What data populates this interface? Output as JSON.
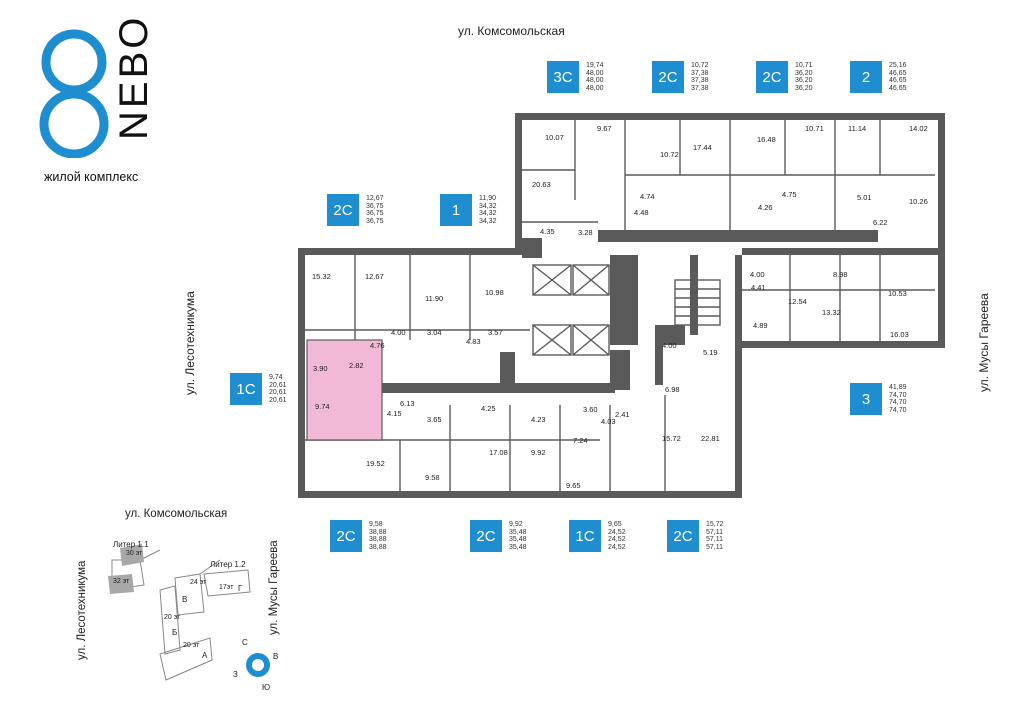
{
  "logo": {
    "numeral": "8",
    "word": "NEBO",
    "subtitle": "жилой комплекс"
  },
  "colors": {
    "accent": "#1e8ed0",
    "highlight": "#f2b9d6",
    "wall": "#555555"
  },
  "streets": {
    "top": "ул. Комсомольская",
    "left": "ул. Лесотехникума",
    "right": "ул. Мусы Гареева"
  },
  "apartments": [
    {
      "type": "3С",
      "areas": [
        "19,74",
        "48,00",
        "48,00",
        "48,00"
      ]
    },
    {
      "type": "2С",
      "areas": [
        "10,72",
        "37,38",
        "37,38",
        "37,38"
      ]
    },
    {
      "type": "2С",
      "areas": [
        "10,71",
        "36,20",
        "36,20",
        "36,20"
      ]
    },
    {
      "type": "2",
      "areas": [
        "25,16",
        "46,65",
        "46,65",
        "46,65"
      ]
    },
    {
      "type": "2С",
      "areas": [
        "12,67",
        "36,75",
        "36,75",
        "36,75"
      ]
    },
    {
      "type": "1",
      "areas": [
        "11,90",
        "34,32",
        "34,32",
        "34,32"
      ]
    },
    {
      "type": "1С",
      "areas": [
        "9,74",
        "20,61",
        "20,61",
        "20,61"
      ]
    },
    {
      "type": "3",
      "areas": [
        "41,89",
        "74,70",
        "74,70",
        "74,70"
      ]
    },
    {
      "type": "2С",
      "areas": [
        "9,58",
        "38,88",
        "38,88",
        "38,88"
      ]
    },
    {
      "type": "2С",
      "areas": [
        "9,92",
        "35,48",
        "35,48",
        "35,48"
      ]
    },
    {
      "type": "1С",
      "areas": [
        "9,65",
        "24,52",
        "24,52",
        "24,52"
      ]
    },
    {
      "type": "2С",
      "areas": [
        "15,72",
        "57,11",
        "57,11",
        "57,11"
      ]
    }
  ],
  "rooms": [
    "10.07",
    "9.67",
    "10.72",
    "17.44",
    "16.48",
    "10.71",
    "11.14",
    "14.02",
    "20.63",
    "4.74",
    "4.48",
    "4.26",
    "4.75",
    "5.01",
    "6.22",
    "10.26",
    "4.35",
    "3.28",
    "15.32",
    "12.67",
    "11.90",
    "10.98",
    "4.00",
    "3.04",
    "3.57",
    "4.76",
    "4.83",
    "4.00",
    "8.98",
    "4.41",
    "12.54",
    "13.32",
    "10.53",
    "16.03",
    "4.89",
    "3.90",
    "2.82",
    "9.74",
    "4.15",
    "6.13",
    "3.65",
    "4.25",
    "4.23",
    "3.60",
    "4.03",
    "2.41",
    "4.00",
    "5.19",
    "6.98",
    "7.24",
    "15.72",
    "22.81",
    "19.52",
    "9.58",
    "17.08",
    "9.92",
    "9.65"
  ],
  "mini_map": {
    "street_top": "ул. Комсомольская",
    "street_left": "ул. Лесотехникума",
    "street_right": "ул. Мусы Гареева",
    "liters": [
      "Литер 1.1",
      "Литер 1.2"
    ],
    "floors": [
      "30 эт",
      "32 эт",
      "24 эт",
      "17эт",
      "20 эт",
      "20 эт"
    ],
    "sections": [
      "Г",
      "В",
      "Б",
      "А"
    ],
    "compass": [
      "С",
      "В",
      "Ю",
      "З"
    ]
  }
}
